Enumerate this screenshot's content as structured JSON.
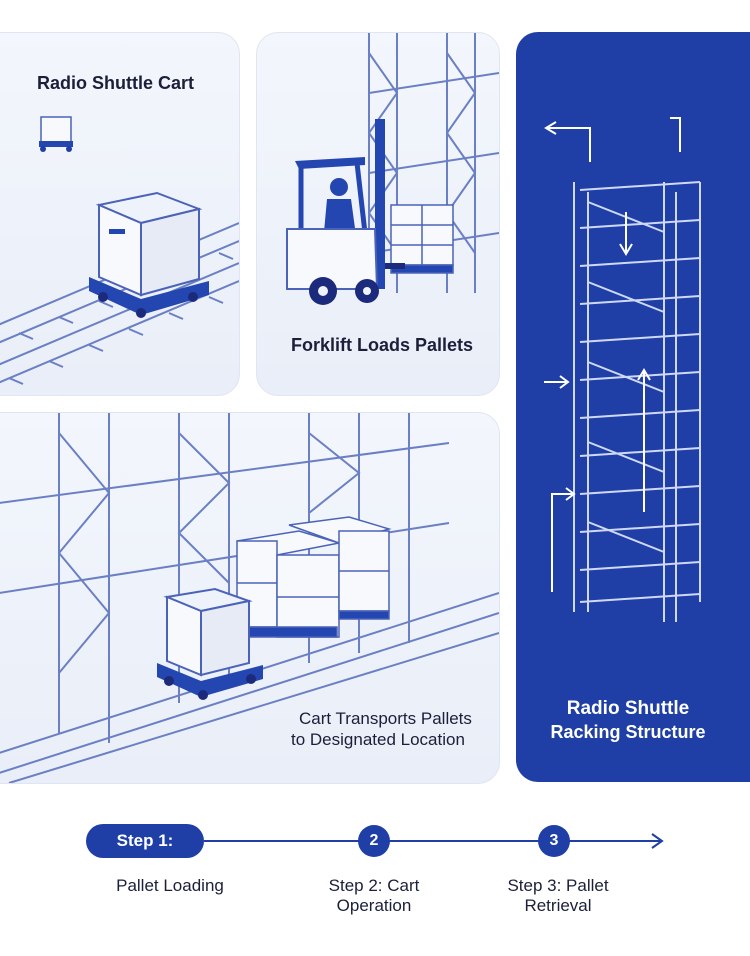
{
  "panels": {
    "cart": {
      "title": "Radio Shuttle Cart"
    },
    "forklift": {
      "title": "Forklift Loads Pallets"
    },
    "transport": {
      "line1": "Cart Transports Pallets",
      "line2": "to Designated Location"
    },
    "racking": {
      "line1": "Radio Shuttle",
      "line2": "Racking Structure"
    }
  },
  "steps": {
    "step1_pill": "Step 1:",
    "step1_label": "Pallet Loading",
    "step2_number": "2",
    "step2_line1": "Step 2: Cart",
    "step2_line2": "Operation",
    "step3_number": "3",
    "step3_line1": "Step 3: Pallet",
    "step3_line2": "Retrieval"
  },
  "colors": {
    "accent": "#1f3fa6",
    "panel_bg": "#eef2fa",
    "line": "#4a63b8"
  },
  "icons": [
    "cart-icon",
    "arrow-right-icon"
  ]
}
